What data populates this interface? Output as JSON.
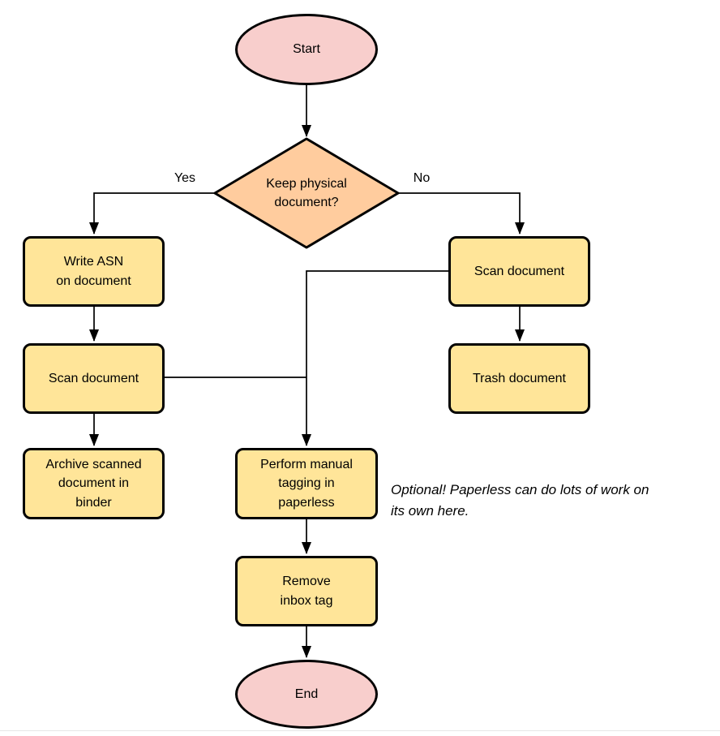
{
  "colors": {
    "terminal_fill": "#f8cecc",
    "process_fill": "#ffe599",
    "decision_fill": "#ffcc9e",
    "stroke": "#000000"
  },
  "nodes": {
    "start": {
      "label": "Start"
    },
    "decision": {
      "label": "Keep physical\ndocument?"
    },
    "write_asn": {
      "label": "Write ASN\non document"
    },
    "scan_left": {
      "label": "Scan document"
    },
    "archive": {
      "label": "Archive scanned\ndocument in\nbinder"
    },
    "scan_right": {
      "label": "Scan document"
    },
    "trash": {
      "label": "Trash document"
    },
    "tagging": {
      "label": "Perform manual\ntagging in\npaperless"
    },
    "remove_inbox": {
      "label": "Remove\ninbox tag"
    },
    "end": {
      "label": "End"
    }
  },
  "edge_labels": {
    "yes": "Yes",
    "no": "No"
  },
  "note": {
    "text": "Optional! Paperless can do lots of work on\nits own here."
  }
}
